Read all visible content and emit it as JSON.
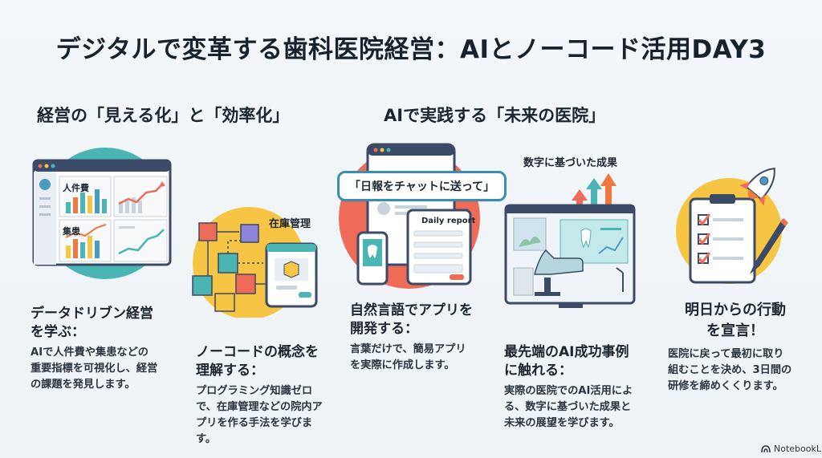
{
  "title": "デジタルで変革する歯科医院経営：AIとノーコード活用DAY3",
  "sections": {
    "left": "経営の「見える化」と「効率化」",
    "right": "AIで実践する「未来の医院」"
  },
  "cards": [
    {
      "heading": [
        "データドリブン経営",
        "を学ぶ："
      ],
      "body": [
        "AIで人件費や集患などの",
        "重要指標を可視化し、経営",
        "の課題を発見します。"
      ],
      "labels": [
        "人件費",
        "集患"
      ]
    },
    {
      "heading": [
        "ノーコードの概念を",
        "理解する："
      ],
      "body": [
        "プログラミング知識ゼロ",
        "で、在庫管理などの院内ア",
        "プリを作る手法を学びま",
        "す。"
      ],
      "labels": [
        "在庫管理"
      ]
    },
    {
      "heading": [
        "自然言語でアプリを",
        "開発する："
      ],
      "body": [
        "言葉だけで、簡易アプリ",
        "を実際に作成します。"
      ],
      "labels": [
        "「日報をチャットに送って」",
        "Daily report"
      ]
    },
    {
      "heading": [
        "最先端のAI成功事例",
        "に触れる："
      ],
      "body": [
        "実際の医院でのAI活用によ",
        "る、数字に基づいた成果と",
        "未来の展望を学びます。"
      ],
      "labels": [
        "数字に基づいた成果"
      ]
    },
    {
      "heading": [
        "明日からの行動",
        "を宣言！"
      ],
      "body": [
        "医院に戻って最初に取り",
        "組むことを決め、3日間の",
        "研修を締めくくります。"
      ],
      "labels": []
    }
  ],
  "footer": "NotebookLM",
  "colors": {
    "teal": "#4ab5b2",
    "yellow": "#f6c543",
    "coral": "#ee6b57",
    "navy": "#3b4a66",
    "orange": "#f0773d"
  }
}
